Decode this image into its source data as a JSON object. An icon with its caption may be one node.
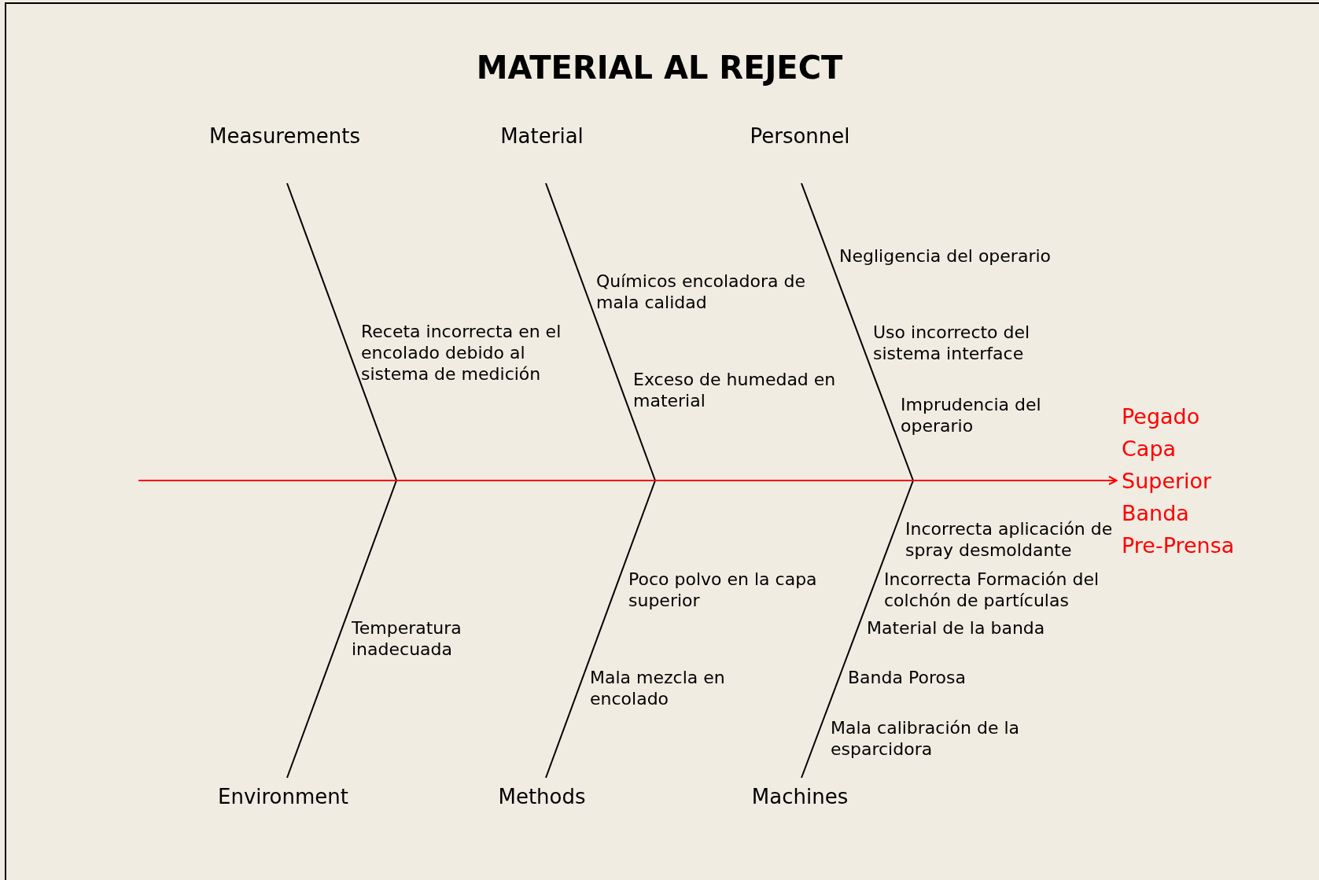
{
  "diagram": {
    "title": "MATERIAL AL REJECT",
    "nodes": [
      {
        "text": [
          "Measurements"
        ]
      },
      {
        "text": [
          "Material"
        ]
      },
      {
        "text": [
          "Personnel"
        ]
      },
      {
        "text": [
          "Environment"
        ]
      },
      {
        "text": [
          "Methods"
        ]
      },
      {
        "text": [
          "Machines"
        ]
      },
      {
        "text": [
          "Pegado Capa Superior Banda Pre-Prensa"
        ]
      }
    ],
    "edges": [
      {
        "from": null,
        "to": 6,
        "arrow": "to",
        "color": "#ff0000"
      },
      {
        "from": 0,
        "to": 6,
        "arrow": "to"
      },
      {
        "from": 1,
        "to": 6,
        "arrow": "to"
      },
      {
        "from": 2,
        "to": 6,
        "arrow": "to"
      },
      {
        "from": 3,
        "to": 6,
        "arrow": "to"
      },
      {
        "from": 4,
        "to": 6,
        "arrow": "to"
      },
      {
        "from": 5,
        "to": 6,
        "arrow": "to"
      }
    ],
    "labels": [
      "Receta incorrecta en el encolado debido al sistema de medición",
      "Químicos encoladora de mala calidad",
      "Exceso de humedad en material",
      "Negligencia del operario",
      "Uso incorrecto del sistema interface",
      "Imprudencia del operario",
      "Temperatura inadecuada",
      "Poco polvo en la capa superior",
      "Mala mezcla en encolado",
      "Incorrecta aplicación de spray desmoldante",
      "Incorrecta Formación del colchón de partículas",
      "Material de la banda",
      "Banda Porosa",
      "Mala calibración de la esparcidora"
    ]
  }
}
